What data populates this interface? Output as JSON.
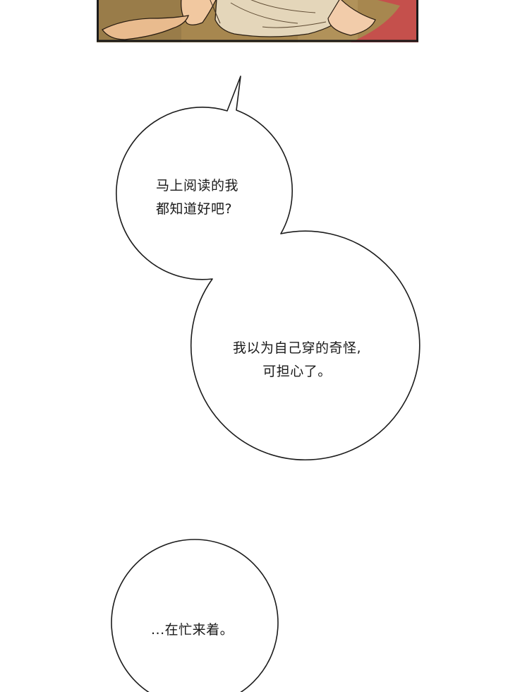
{
  "comic_page": {
    "top_panel": {
      "description_icon": "hands-artwork",
      "colors": {
        "background": "#a7874f",
        "skin": "#f1c8a0",
        "sleeve": "#e4d6ba",
        "red_accent": "#c5504c",
        "frame": "#1b1b1b"
      }
    },
    "bubble_1": {
      "lines": [
        "马上阅读的我",
        "都知道好吧?"
      ]
    },
    "bubble_2": {
      "lines": [
        "我以为自己穿的奇怪,",
        "可担心了。"
      ]
    },
    "bubble_3": {
      "lines": [
        "...在忙来着。"
      ]
    }
  }
}
